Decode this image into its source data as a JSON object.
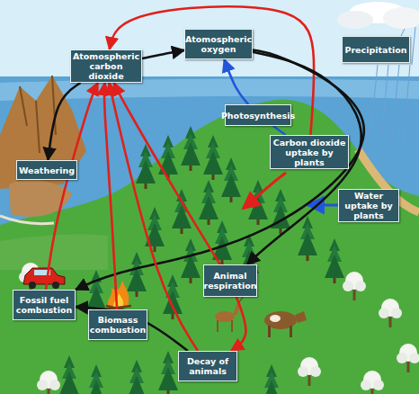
{
  "diagram": {
    "nodes": [
      {
        "text": [
          "Atomospheric carbon dioxide"
        ]
      },
      {
        "text": [
          "Atomospheric oxygen"
        ]
      },
      {
        "text": [
          "Precipitation"
        ]
      },
      {
        "text": [
          "Photosynthesis"
        ]
      },
      {
        "text": [
          "Carbon dioxide uptake by plants"
        ]
      },
      {
        "text": [
          "Weathering"
        ]
      },
      {
        "text": [
          "Water uptake by plants"
        ]
      },
      {
        "text": [
          "Animal respiration"
        ]
      },
      {
        "text": [
          "Fossil fuel combustion"
        ]
      },
      {
        "text": [
          "Biomass combustion"
        ]
      },
      {
        "text": [
          "Decay of animals"
        ]
      }
    ],
    "edges": [
      {
        "from": 0,
        "to": 1,
        "arrow": "to"
      },
      {
        "from": 4,
        "to": 0,
        "arrow": "to"
      },
      {
        "from": 4,
        "to": 3,
        "arrow": "none"
      },
      {
        "from": 3,
        "to": 1,
        "arrow": "to"
      },
      {
        "from": 1,
        "to": 7,
        "arrow": "to"
      },
      {
        "from": 1,
        "to": 8,
        "arrow": "to"
      },
      {
        "from": 0,
        "to": 5,
        "arrow": "to"
      },
      {
        "from": 8,
        "to": 0,
        "arrow": "to"
      },
      {
        "from": 9,
        "to": 0,
        "arrow": "to"
      },
      {
        "from": 10,
        "to": 0,
        "arrow": "to"
      },
      {
        "from": 7,
        "to": 0,
        "arrow": "to"
      },
      {
        "from": 7,
        "to": 10,
        "arrow": "to"
      },
      {
        "from": 10,
        "to": 8,
        "arrow": "to"
      }
    ]
  }
}
